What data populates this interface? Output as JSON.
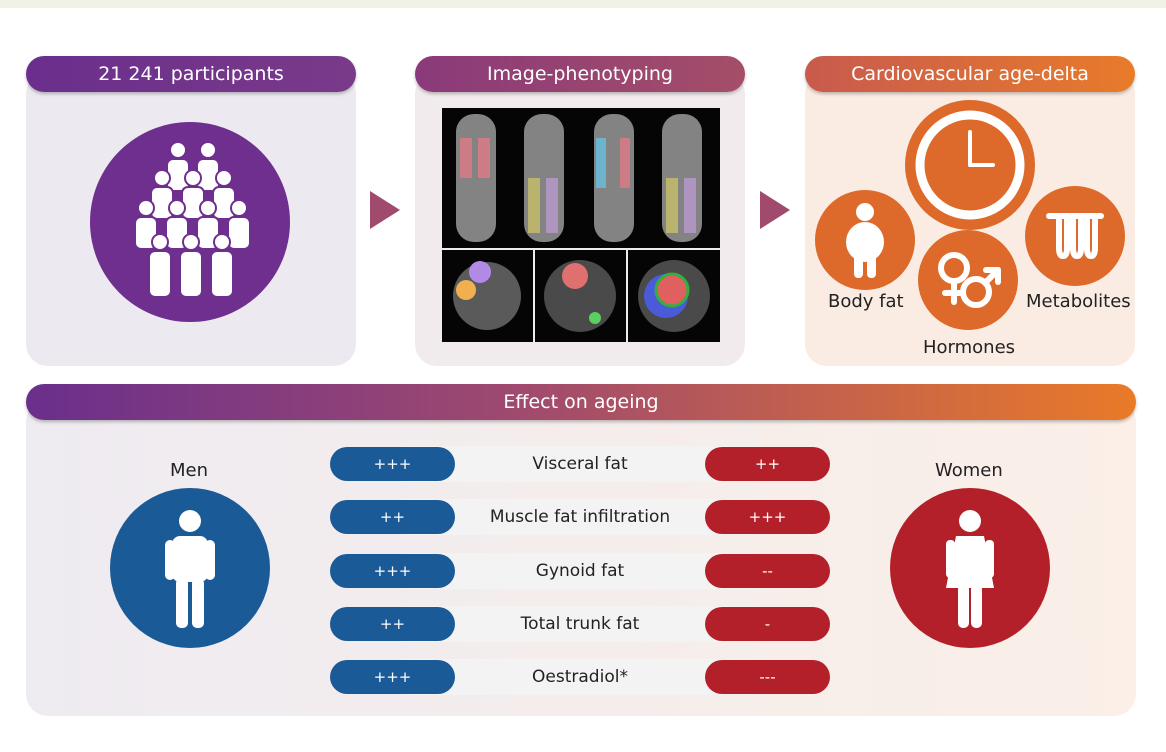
{
  "stages": {
    "participants": "21 241 participants",
    "phenotyping": "Image-phenotyping",
    "agedelta": "Cardiovascular age-delta"
  },
  "factors": {
    "bodyfat": "Body fat",
    "hormones": "Hormones",
    "metabolites": "Metabolites"
  },
  "effect": {
    "title": "Effect on ageing",
    "men_label": "Men",
    "women_label": "Women",
    "rows": [
      {
        "label": "Visceral fat",
        "men": "+++",
        "women": "++"
      },
      {
        "label": "Muscle fat infiltration",
        "men": "++",
        "women": "+++"
      },
      {
        "label": "Gynoid fat",
        "men": "+++",
        "women": "--"
      },
      {
        "label": "Total trunk fat",
        "men": "++",
        "women": "-"
      },
      {
        "label": "Oestradiol*",
        "men": "+++",
        "women": "---"
      }
    ]
  },
  "colors": {
    "purple": "#6e2f8e",
    "orange": "#dd6a2a",
    "men_blue": "#1a5a96",
    "women_red": "#b3202a"
  },
  "icons": [
    "people-group-icon",
    "clock-icon",
    "body-fat-icon",
    "gender-symbols-icon",
    "test-tubes-icon",
    "man-icon",
    "woman-icon"
  ]
}
